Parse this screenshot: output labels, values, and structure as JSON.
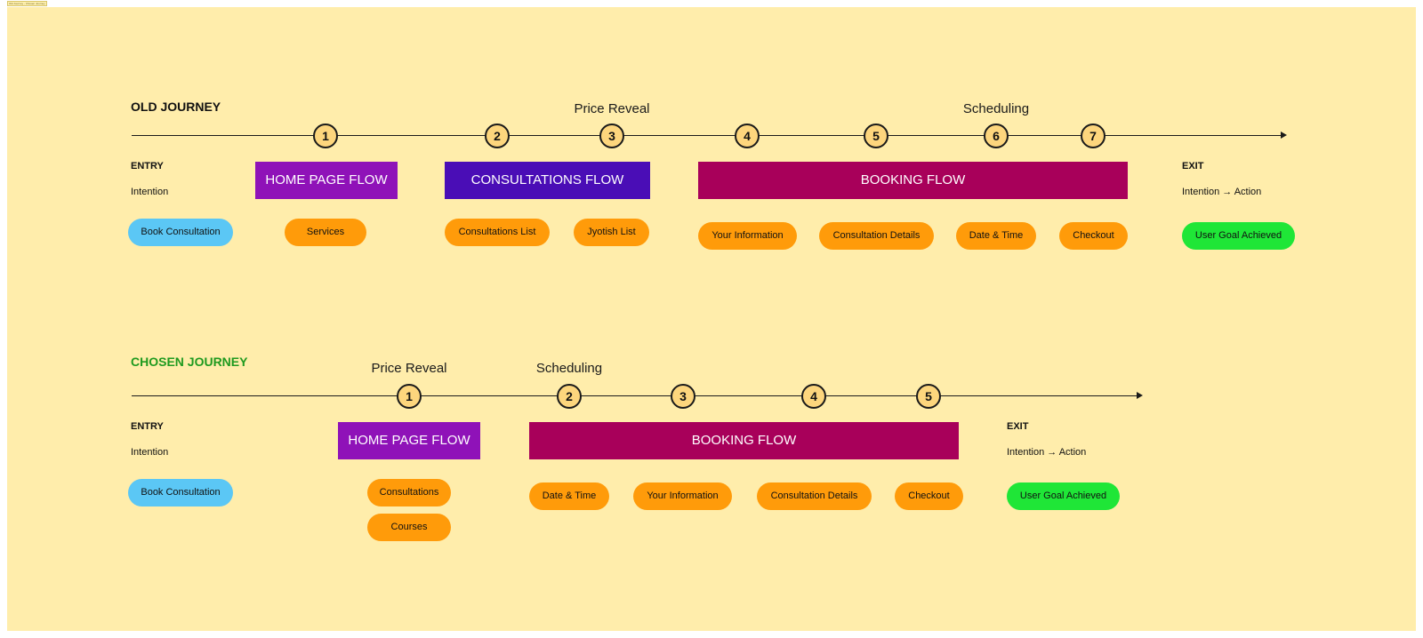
{
  "frame_label": "Old Journey - Chosen Journey",
  "colors": {
    "background": "#FFEDAB",
    "step_fill": "#FDD67D",
    "home_page_flow": "#8F12B8",
    "consultations_flow": "#4A0DB6",
    "booking_flow": "#A8005A",
    "entry_pill": "#5BC7F5",
    "step_pill": "#FF9B0A",
    "goal_pill": "#1FE637",
    "chosen_title": "#1F9A1F"
  },
  "old_journey": {
    "title": "OLD JOURNEY",
    "milestones": {
      "price_reveal": "Price Reveal",
      "scheduling": "Scheduling"
    },
    "steps": [
      "1",
      "2",
      "3",
      "4",
      "5",
      "6",
      "7"
    ],
    "entry": {
      "heading": "ENTRY",
      "subtext": "Intention",
      "pill": "Book Consultation"
    },
    "flows": {
      "home_page": "HOME PAGE FLOW",
      "consultations": "CONSULTATIONS FLOW",
      "booking": "BOOKING FLOW"
    },
    "pills": {
      "services": "Services",
      "consultations_list": "Consultations List",
      "jyotish_list": "Jyotish List",
      "your_information": "Your Information",
      "consultation_details": "Consultation Details",
      "date_time": "Date & Time",
      "checkout": "Checkout"
    },
    "exit": {
      "heading": "EXIT",
      "subtext": "Intention → Action",
      "pill": "User Goal Achieved"
    }
  },
  "chosen_journey": {
    "title": "CHOSEN JOURNEY",
    "milestones": {
      "price_reveal": "Price Reveal",
      "scheduling": "Scheduling"
    },
    "steps": [
      "1",
      "2",
      "3",
      "4",
      "5"
    ],
    "entry": {
      "heading": "ENTRY",
      "subtext": "Intention",
      "pill": "Book Consultation"
    },
    "flows": {
      "home_page": "HOME PAGE FLOW",
      "booking": "BOOKING FLOW"
    },
    "pills": {
      "consultations": "Consultations",
      "courses": "Courses",
      "date_time": "Date & Time",
      "your_information": "Your Information",
      "consultation_details": "Consultation Details",
      "checkout": "Checkout"
    },
    "exit": {
      "heading": "EXIT",
      "subtext": "Intention → Action",
      "pill": "User Goal Achieved"
    }
  }
}
